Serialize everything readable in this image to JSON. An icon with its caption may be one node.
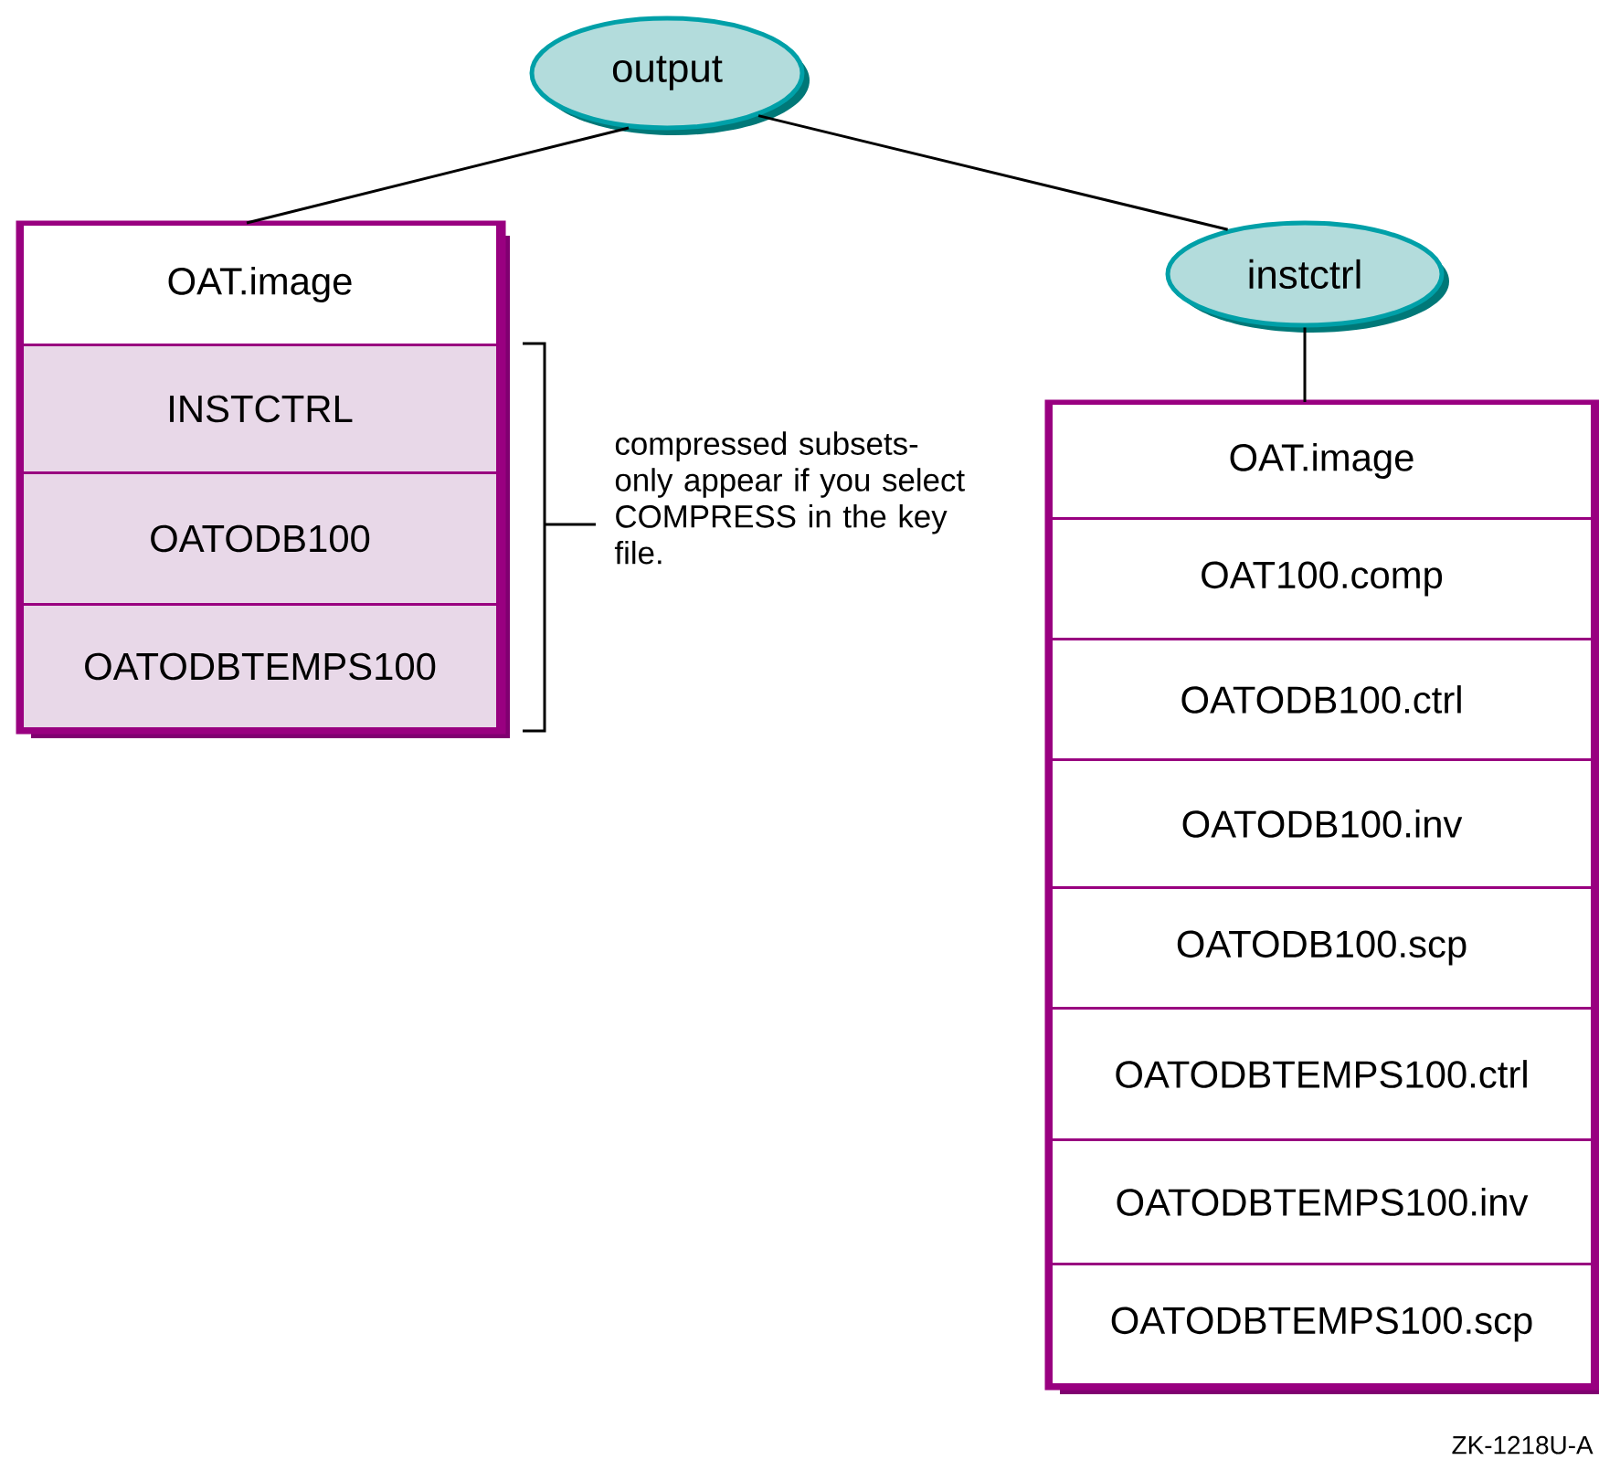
{
  "diagram": {
    "nodes": [
      {
        "text": [
          "output"
        ]
      },
      {
        "text": [],
        "shape": "box"
      },
      {
        "text": [
          "OAT.image"
        ],
        "in": 1
      },
      {
        "text": [
          "INSTCTRL"
        ],
        "in": 1
      },
      {
        "text": [
          "OATODB100"
        ],
        "in": 1
      },
      {
        "text": [
          "OATODBTEMPS100"
        ],
        "in": 1
      },
      {
        "text": [
          "instctrl"
        ]
      },
      {
        "text": [],
        "shape": "box"
      },
      {
        "text": [
          "OAT.image"
        ],
        "in": 7
      },
      {
        "text": [
          "OAT100.comp"
        ],
        "in": 7
      },
      {
        "text": [
          "OATODB100.ctrl"
        ],
        "in": 7
      },
      {
        "text": [
          "OATODB100.inv"
        ],
        "in": 7
      },
      {
        "text": [
          "OATODB100.scp"
        ],
        "in": 7
      },
      {
        "text": [
          "OATODBTEMPS100.ctrl"
        ],
        "in": 7
      },
      {
        "text": [
          "OATODBTEMPS100.inv"
        ],
        "in": 7
      },
      {
        "text": [
          "OATODBTEMPS100.scp"
        ],
        "in": 7
      }
    ],
    "edges": [
      {
        "from": 0,
        "to": 1,
        "arrow": "none"
      },
      {
        "from": 0,
        "to": 6,
        "arrow": "none"
      },
      {
        "from": 6,
        "to": 7,
        "arrow": "none"
      }
    ],
    "labels": [
      "compressed subsets- only appear if you select COMPRESS in the key file.",
      "ZK-1218U-A"
    ]
  }
}
